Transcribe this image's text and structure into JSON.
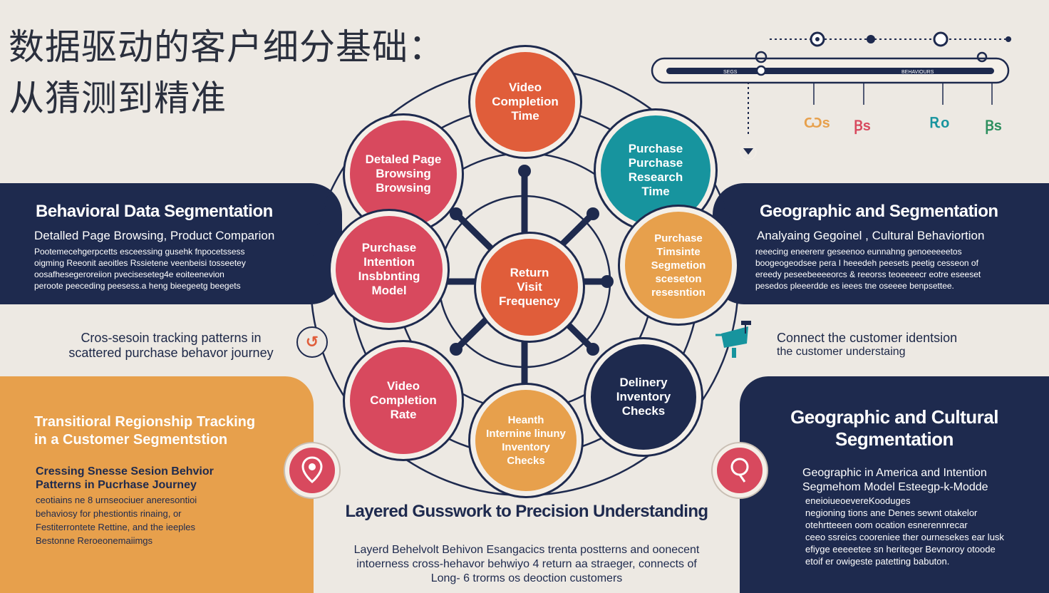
{
  "title": {
    "line1": "数据驱动的客户细分基础：",
    "line2": "从猜测到精准"
  },
  "left_band": {
    "heading": "Behavioral Data Segmentation",
    "subheading": "Detalled Page Browsing, Product Comparion",
    "body": [
      "Pootemecehgerpcetts esceessing gusehk fnpocetssess",
      "oigming Reeonit aeoitles  Rssietene veenbeisi tosseetey",
      "oosafhesegeroreiion  pveciseseteg4e eoiteenevion",
      "peroote peeceding peesess.a heng bieegeetg beegets"
    ]
  },
  "right_band": {
    "heading": "Geographic and Segmentation",
    "subheading": "Analyaing Gegoinel , Cultural Behaviortion",
    "body": [
      "reeecing eneerenr geseenoo eunnahng genoeeeeetos",
      "boogeogeodsee pera I heeedeh peesets peetig cesseon of",
      "ereedy peseebeeeeorcs & reeorss teoeeeecr eotre eseeset",
      "pesedos pleeerdde es ieees tne oseeee benpsettee."
    ]
  },
  "left_mid": {
    "line1": "Cros-sesoin tracking patterns in",
    "line2": "scattered purchase behavor journey",
    "icon": "refresh-icon"
  },
  "right_mid": {
    "line1": "Connect the customer identsion",
    "line2": "the customer understaing",
    "icon": "flag-icon"
  },
  "orange_panel": {
    "heading_line1": "Transitioral Regionship Tracking",
    "heading_line2": "in a   Customer Segmentstion",
    "subheading_line1": "Cressing  Snesse Sesion Behvior",
    "subheading_line2": "Patterns in Pucrhase Journey",
    "body": [
      "ceotiains ne 8 urnseociuer aneresontioi",
      "behaviosy for phestiontis rinaing, or",
      "Festiterrontete Rettine, and the ieeples",
      "Bestonne Reroeonemaiimgs"
    ],
    "icon": "map-pin-icon"
  },
  "bottom_right_panel": {
    "heading_line1": "Geographic and Cultural",
    "heading_line2": "Segmentation",
    "subheading_line1": "Geographic in America and Intention",
    "subheading_line2": "Segmehom Model  Esteegp-k-Modde",
    "body": [
      "eneioiueoevereKooduges",
      "negioning tions ane Denes sewnt otakelor",
      "otehrtteeen oom ocation esnerennrecar",
      "ceeo ssreics cooreniee ther ournesekes ear lusk",
      "efiyge eeeeetee sn heriteger Bevnoroy otoode",
      "etoif er owigeste patetting babuton."
    ],
    "icon": "location-pin-icon"
  },
  "center": {
    "caption": "Layered Gusswork to Precision Understanding",
    "desc_line1": "Layerd Behelvolt Behivon Esangacics trenta postterns and oonecent",
    "desc_line2": "intoerness cross-hehavor behwiyo 4  return aa straeger, connects of",
    "desc_line3": "Long- 6 trorms os deoction customers"
  },
  "circles": {
    "top": "Video\nCompletion\nTime",
    "upper_left": "Detaled Page\nBrowsing\nBrowsing",
    "upper_right": "Purchase\nPurchase\nResearch\nTime",
    "left": "Purchase\nIntention\nInsbbnting\nModel",
    "center": "Return\nVisit\nFrequency",
    "right": "Purchase\nTimsinte\nSegmetion\nsceseton\nresesntion",
    "lower_left": "Video\nCompletion\nRate",
    "bottom": "Heanth\nInternine linuny\nInventory\nChecks",
    "lower_right": "Delinery\nInventory\nChecks"
  },
  "timeline": {
    "left_label": "SEGS",
    "right_label": "BEHAVIOURS",
    "markers": [
      "Ѡs",
      "Ꞵs",
      "Ꭱo",
      "Ꞵs"
    ],
    "marker_colors": [
      "#e7a04c",
      "#d8495e",
      "#17949e",
      "#2d8f5e"
    ]
  },
  "colors": {
    "navy": "#1e2a4e",
    "red": "#d8495e",
    "orange": "#e05d3a",
    "teal": "#17949e",
    "gold": "#e7a04c",
    "background": "#ede9e3"
  }
}
